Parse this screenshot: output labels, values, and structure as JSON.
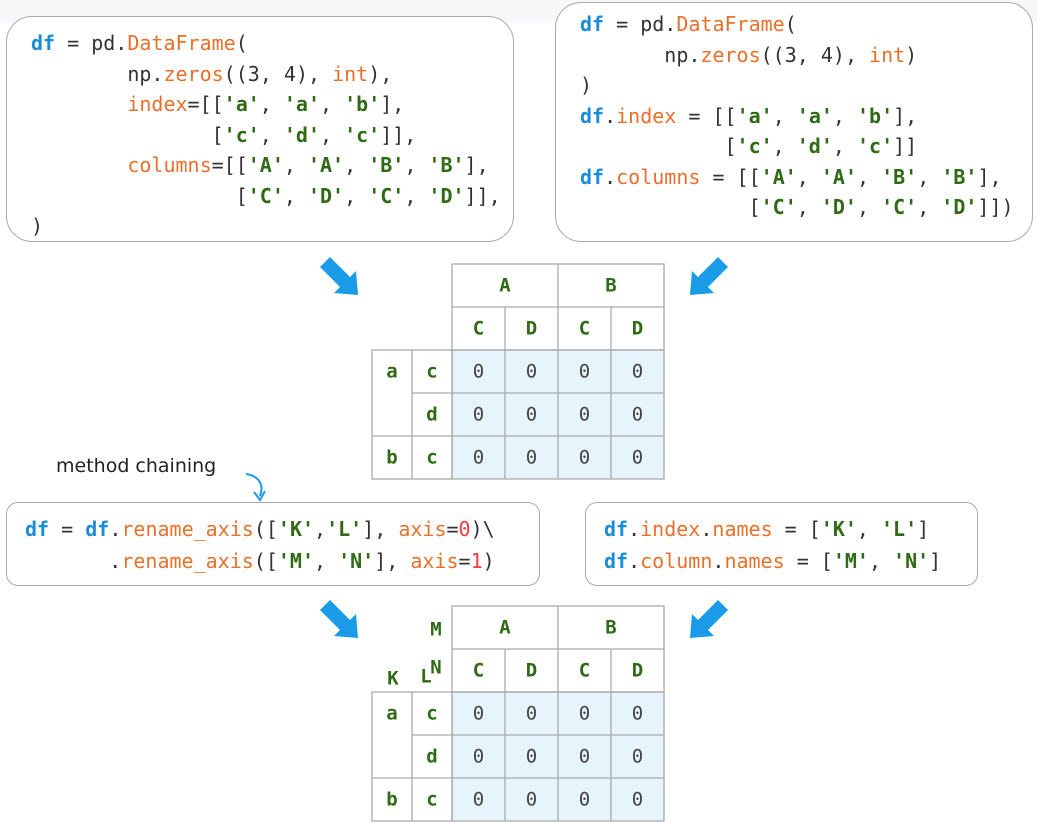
{
  "caption": "method chaining",
  "top_left_code": [
    [
      [
        "kw",
        "df"
      ],
      [
        "nm",
        " = pd."
      ],
      [
        "fn",
        "DataFrame"
      ],
      [
        "nm",
        "("
      ]
    ],
    [
      [
        "nm",
        "        np."
      ],
      [
        "fn",
        "zeros"
      ],
      [
        "nm",
        "(("
      ],
      [
        "nm",
        "3"
      ],
      [
        "nm",
        ", "
      ],
      [
        "nm",
        "4"
      ],
      [
        "nm",
        "), "
      ],
      [
        "fn",
        "int"
      ],
      [
        "nm",
        "),"
      ]
    ],
    [
      [
        "nm",
        "        "
      ],
      [
        "fn",
        "index"
      ],
      [
        "nm",
        "=[["
      ],
      [
        "st",
        "'a'"
      ],
      [
        "nm",
        ", "
      ],
      [
        "st",
        "'a'"
      ],
      [
        "nm",
        ", "
      ],
      [
        "st",
        "'b'"
      ],
      [
        "nm",
        "],"
      ]
    ],
    [
      [
        "nm",
        "               ["
      ],
      [
        "st",
        "'c'"
      ],
      [
        "nm",
        ", "
      ],
      [
        "st",
        "'d'"
      ],
      [
        "nm",
        ", "
      ],
      [
        "st",
        "'c'"
      ],
      [
        "nm",
        "]],"
      ]
    ],
    [
      [
        "nm",
        "        "
      ],
      [
        "fn",
        "columns"
      ],
      [
        "nm",
        "=[["
      ],
      [
        "st",
        "'A'"
      ],
      [
        "nm",
        ", "
      ],
      [
        "st",
        "'A'"
      ],
      [
        "nm",
        ", "
      ],
      [
        "st",
        "'B'"
      ],
      [
        "nm",
        ", "
      ],
      [
        "st",
        "'B'"
      ],
      [
        "nm",
        "],"
      ]
    ],
    [
      [
        "nm",
        "                 ["
      ],
      [
        "st",
        "'C'"
      ],
      [
        "nm",
        ", "
      ],
      [
        "st",
        "'D'"
      ],
      [
        "nm",
        ", "
      ],
      [
        "st",
        "'C'"
      ],
      [
        "nm",
        ", "
      ],
      [
        "st",
        "'D'"
      ],
      [
        "nm",
        "]],"
      ]
    ],
    [
      [
        "nm",
        ")"
      ]
    ]
  ],
  "top_right_code": [
    [
      [
        "kw",
        "df"
      ],
      [
        "nm",
        " = pd."
      ],
      [
        "fn",
        "DataFrame"
      ],
      [
        "nm",
        "("
      ]
    ],
    [
      [
        "nm",
        "       np."
      ],
      [
        "fn",
        "zeros"
      ],
      [
        "nm",
        "(("
      ],
      [
        "nm",
        "3"
      ],
      [
        "nm",
        ", "
      ],
      [
        "nm",
        "4"
      ],
      [
        "nm",
        "), "
      ],
      [
        "fn",
        "int"
      ],
      [
        "nm",
        ")"
      ]
    ],
    [
      [
        "nm",
        ")"
      ]
    ],
    [
      [
        "kw",
        "df"
      ],
      [
        "nm",
        "."
      ],
      [
        "fn",
        "index"
      ],
      [
        "nm",
        " = [["
      ],
      [
        "st",
        "'a'"
      ],
      [
        "nm",
        ", "
      ],
      [
        "st",
        "'a'"
      ],
      [
        "nm",
        ", "
      ],
      [
        "st",
        "'b'"
      ],
      [
        "nm",
        "],"
      ]
    ],
    [
      [
        "nm",
        "            ["
      ],
      [
        "st",
        "'c'"
      ],
      [
        "nm",
        ", "
      ],
      [
        "st",
        "'d'"
      ],
      [
        "nm",
        ", "
      ],
      [
        "st",
        "'c'"
      ],
      [
        "nm",
        "]]"
      ]
    ],
    [
      [
        "kw",
        "df"
      ],
      [
        "nm",
        "."
      ],
      [
        "fn",
        "columns"
      ],
      [
        "nm",
        " = [["
      ],
      [
        "st",
        "'A'"
      ],
      [
        "nm",
        ", "
      ],
      [
        "st",
        "'A'"
      ],
      [
        "nm",
        ", "
      ],
      [
        "st",
        "'B'"
      ],
      [
        "nm",
        ", "
      ],
      [
        "st",
        "'B'"
      ],
      [
        "nm",
        "],"
      ]
    ],
    [
      [
        "nm",
        "              ["
      ],
      [
        "st",
        "'C'"
      ],
      [
        "nm",
        ", "
      ],
      [
        "st",
        "'D'"
      ],
      [
        "nm",
        ", "
      ],
      [
        "st",
        "'C'"
      ],
      [
        "nm",
        ", "
      ],
      [
        "st",
        "'D'"
      ],
      [
        "nm",
        "]])"
      ]
    ]
  ],
  "bottom_left_code": [
    [
      [
        "kw",
        "df"
      ],
      [
        "nm",
        " = "
      ],
      [
        "kw",
        "df"
      ],
      [
        "nm",
        "."
      ],
      [
        "fn",
        "rename_axis"
      ],
      [
        "nm",
        "(["
      ],
      [
        "st",
        "'K'"
      ],
      [
        "nm",
        ","
      ],
      [
        "st",
        "'L'"
      ],
      [
        "nm",
        "], "
      ],
      [
        "fn",
        "axis"
      ],
      [
        "nm",
        "="
      ],
      [
        "pk",
        "0"
      ],
      [
        "nm",
        ")\\"
      ]
    ],
    [
      [
        "nm",
        "       ."
      ],
      [
        "fn",
        "rename_axis"
      ],
      [
        "nm",
        "(["
      ],
      [
        "st",
        "'M'"
      ],
      [
        "nm",
        ", "
      ],
      [
        "st",
        "'N'"
      ],
      [
        "nm",
        "], "
      ],
      [
        "fn",
        "axis"
      ],
      [
        "nm",
        "="
      ],
      [
        "pk",
        "1"
      ],
      [
        "nm",
        ")"
      ]
    ]
  ],
  "bottom_right_code": [
    [
      [
        "kw",
        "df"
      ],
      [
        "nm",
        "."
      ],
      [
        "fn",
        "index"
      ],
      [
        "nm",
        "."
      ],
      [
        "fn",
        "names"
      ],
      [
        "nm",
        " = ["
      ],
      [
        "st",
        "'K'"
      ],
      [
        "nm",
        ", "
      ],
      [
        "st",
        "'L'"
      ],
      [
        "nm",
        "]"
      ]
    ],
    [
      [
        "kw",
        "df"
      ],
      [
        "nm",
        "."
      ],
      [
        "fn",
        "column"
      ],
      [
        "nm",
        "."
      ],
      [
        "fn",
        "names"
      ],
      [
        "nm",
        " = ["
      ],
      [
        "st",
        "'M'"
      ],
      [
        "nm",
        ", "
      ],
      [
        "st",
        "'N'"
      ],
      [
        "nm",
        "]"
      ]
    ]
  ],
  "table1": {
    "col_level0": [
      "A",
      "B"
    ],
    "col_level1": [
      "C",
      "D",
      "C",
      "D"
    ],
    "row_level0": [
      "a",
      "b"
    ],
    "row_level1": [
      "c",
      "d",
      "c"
    ],
    "values": [
      [
        "0",
        "0",
        "0",
        "0"
      ],
      [
        "0",
        "0",
        "0",
        "0"
      ],
      [
        "0",
        "0",
        "0",
        "0"
      ]
    ]
  },
  "table2": {
    "col_names": [
      "M",
      "N"
    ],
    "index_names": [
      "K",
      "L"
    ],
    "col_level0": [
      "A",
      "B"
    ],
    "col_level1": [
      "C",
      "D",
      "C",
      "D"
    ],
    "row_level0": [
      "a",
      "b"
    ],
    "row_level1": [
      "c",
      "d",
      "c"
    ],
    "values": [
      [
        "0",
        "0",
        "0",
        "0"
      ],
      [
        "0",
        "0",
        "0",
        "0"
      ],
      [
        "0",
        "0",
        "0",
        "0"
      ]
    ]
  },
  "colors": {
    "keyword": "#1a8cd8",
    "function": "#e8702a",
    "string": "#2e6b14",
    "number_highlight": "#ff3a3a",
    "arrow": "#1a9be8",
    "cell_fill": "#e6f4fb",
    "grid": "#aaaaaa"
  }
}
